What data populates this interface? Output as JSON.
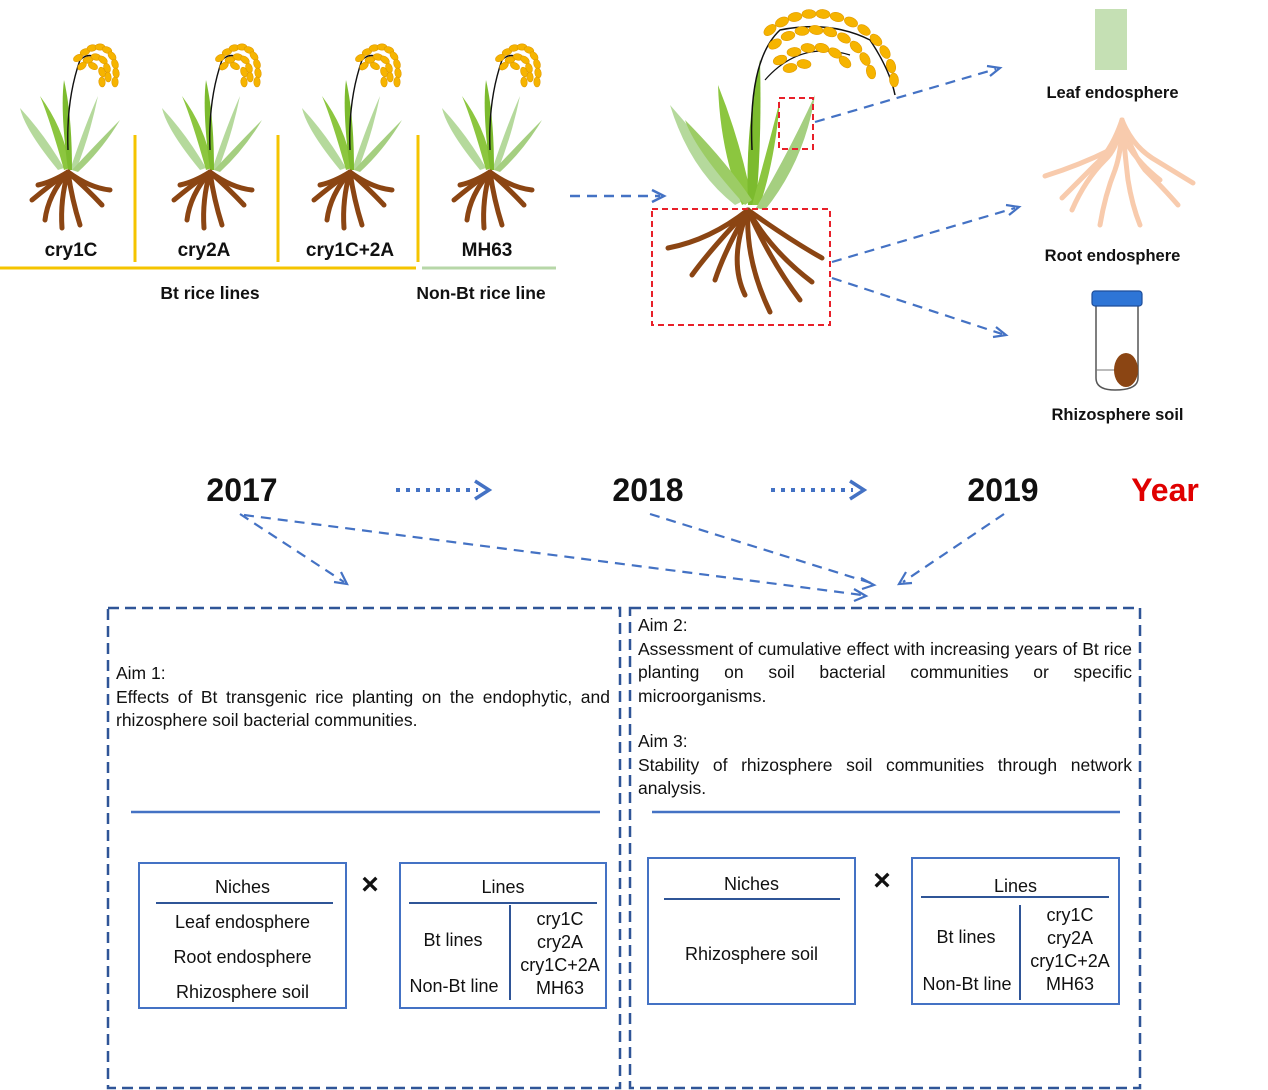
{
  "rice_lines": {
    "labels": [
      "cry1C",
      "cry2A",
      "cry1C+2A",
      "MH63"
    ],
    "groups": [
      "Bt rice lines",
      "Non-Bt rice line"
    ]
  },
  "samples": {
    "leaf": "Leaf endosphere",
    "root": "Root endosphere",
    "soil": "Rhizosphere soil"
  },
  "timeline": {
    "years": [
      "2017",
      "2018",
      "2019"
    ],
    "axis_label": "Year"
  },
  "aims": {
    "aim1_title": "Aim 1:",
    "aim1_text": "Effects of Bt transgenic rice planting on the endophytic, and rhizosphere soil bacterial communities.",
    "aim2_title": "Aim 2:",
    "aim2_text": "Assessment of cumulative effect with increasing years of Bt rice planting on soil bacterial communities or specific microorganisms.",
    "aim3_title": "Aim 3:",
    "aim3_text": "Stability of rhizosphere soil communities through network analysis."
  },
  "design1": {
    "niches_header": "Niches",
    "niches": [
      "Leaf endosphere",
      "Root endosphere",
      "Rhizosphere soil"
    ],
    "times": "×",
    "lines_header": "Lines",
    "bt_label": "Bt lines",
    "nonbt_label": "Non-Bt line",
    "lines": [
      "cry1C",
      "cry2A",
      "cry1C+2A",
      "MH63"
    ]
  },
  "design2": {
    "niches_header": "Niches",
    "niche": "Rhizosphere soil",
    "times": "×",
    "lines_header": "Lines",
    "bt_label": "Bt lines",
    "nonbt_label": "Non-Bt line",
    "lines": [
      "cry1C",
      "cry2A",
      "cry1C+2A",
      "MH63"
    ]
  },
  "colors": {
    "accent_blue": "#4472c4",
    "box_blue": "#2f5597",
    "bt_yellow": "#f5c400",
    "nonbt_green": "#b7d7a8",
    "grain": "#f6b400",
    "leaf_green": "#8cc63f",
    "root_brown": "#8b4513",
    "year_red": "#e00000",
    "red_box": "#e8202a"
  }
}
